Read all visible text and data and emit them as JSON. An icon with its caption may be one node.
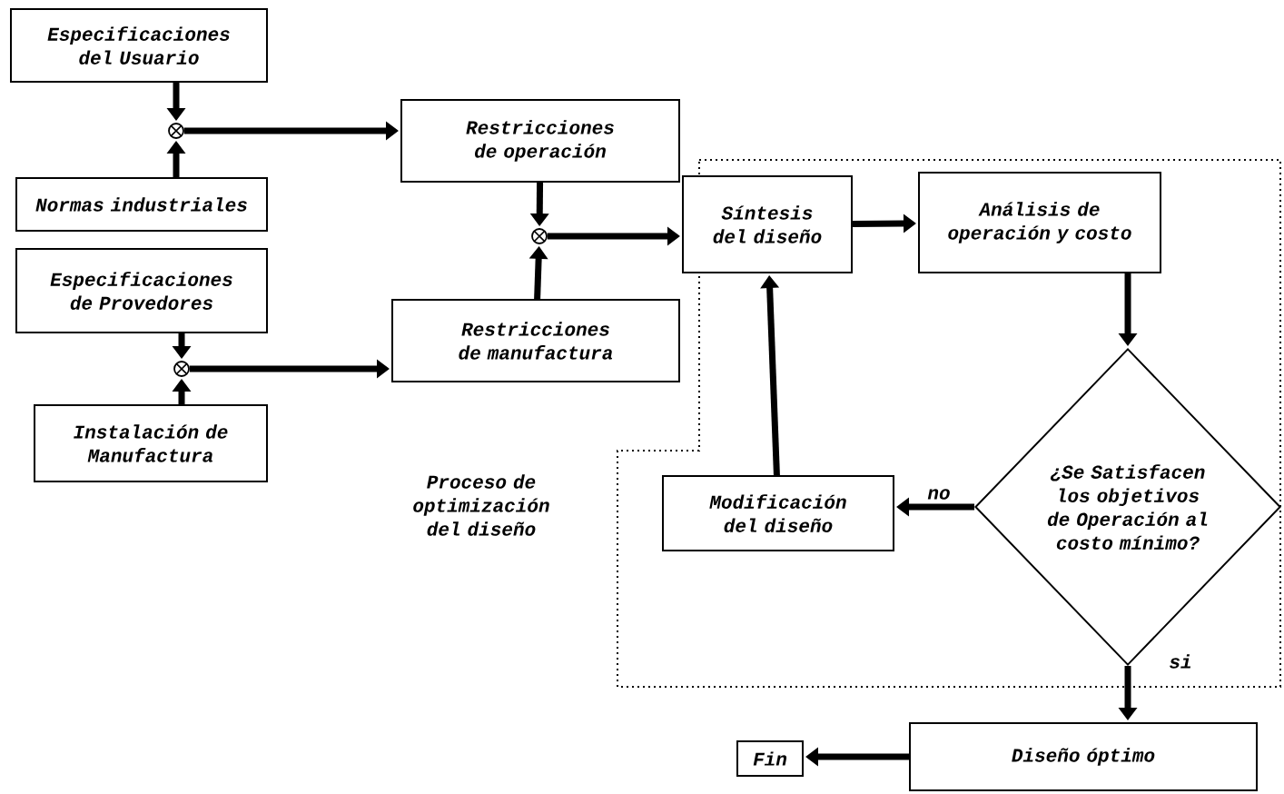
{
  "diagram": {
    "nodes": [
      {
        "text": [
          "Especificaciones del Usuario"
        ]
      },
      {
        "text": [],
        "shape": "circle"
      },
      {
        "text": [
          "Restricciones de operación"
        ]
      },
      {
        "text": [
          "Normas industriales"
        ]
      },
      {
        "text": [],
        "shape": "circle"
      },
      {
        "text": [
          "Especificaciones de Provedores"
        ]
      },
      {
        "text": [
          "Síntesis del diseño"
        ]
      },
      {
        "text": [
          "Análisis de operación y costo"
        ]
      },
      {
        "text": [],
        "shape": "circle"
      },
      {
        "text": [
          "Restricciones de manufactura"
        ]
      },
      {
        "text": [
          "Instalación de Manufactura"
        ]
      },
      {
        "text": [
          "¿Se Satisfacen los objetivos de Operación al costo mínimo?"
        ]
      },
      {
        "text": [
          "Modificación del diseño"
        ]
      },
      {
        "text": [
          "Diseño óptimo"
        ]
      },
      {
        "text": [
          "Fin"
        ]
      }
    ],
    "edges": [
      {
        "from": 0,
        "to": 1,
        "arrow": "to"
      },
      {
        "from": 3,
        "to": 1,
        "arrow": "to"
      },
      {
        "from": 1,
        "to": 2,
        "arrow": "to"
      },
      {
        "from": 2,
        "to": 4,
        "arrow": "to"
      },
      {
        "from": 9,
        "to": 4,
        "arrow": "to"
      },
      {
        "from": 4,
        "to": 6,
        "arrow": "to"
      },
      {
        "from": 5,
        "to": 8,
        "arrow": "to"
      },
      {
        "from": 10,
        "to": 8,
        "arrow": "to"
      },
      {
        "from": 8,
        "to": 9,
        "arrow": "to"
      },
      {
        "from": 6,
        "to": 7,
        "arrow": "to"
      },
      {
        "from": 7,
        "to": 11,
        "arrow": "to"
      },
      {
        "from": 11,
        "to": 12,
        "arrow": "to",
        "label": "no"
      },
      {
        "from": 12,
        "to": 6,
        "arrow": "to"
      },
      {
        "from": 11,
        "to": 13,
        "arrow": "to",
        "label": "si"
      },
      {
        "from": 13,
        "to": 14,
        "arrow": "to"
      }
    ],
    "labels": [
      "Proceso de optimización del diseño"
    ]
  }
}
